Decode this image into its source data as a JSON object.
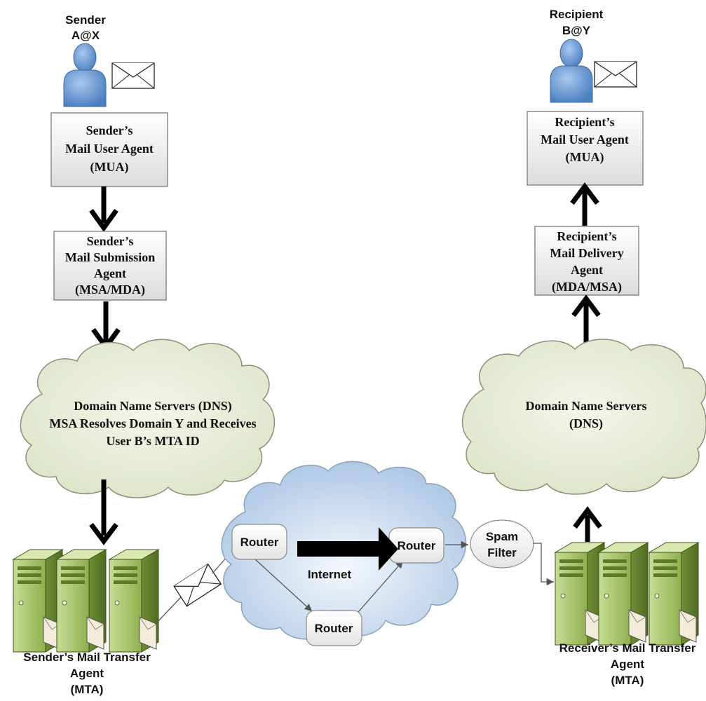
{
  "sender": {
    "label": [
      "Sender",
      "A@X"
    ],
    "mua": [
      "Sender’s",
      "Mail User Agent",
      "(MUA)"
    ],
    "msa": [
      "Sender’s",
      "Mail Submission",
      "Agent",
      "(MSA/MDA)"
    ],
    "dns": [
      "Domain Name Servers (DNS)",
      "MSA Resolves Domain Y and Receives",
      "User B’s MTA ID"
    ],
    "mta": [
      "Sender’s Mail Transfer",
      "Agent",
      "(MTA)"
    ]
  },
  "internet": {
    "label": "Internet",
    "routers": [
      "Router",
      "Router",
      "Router"
    ]
  },
  "spam_filter": [
    "Spam",
    "Filter"
  ],
  "recipient": {
    "label": [
      "Recipient",
      "B@Y"
    ],
    "mua": [
      "Recipient’s",
      "Mail User Agent",
      "(MUA)"
    ],
    "mda": [
      "Recipient’s",
      "Mail Delivery",
      "Agent",
      "(MDA/MSA)"
    ],
    "dns": [
      "Domain Name Servers",
      "(DNS)"
    ],
    "mta": [
      "Receiver’s Mail Transfer",
      "Agent",
      "(MTA)"
    ]
  },
  "colors": {
    "person": "#5b8fcf",
    "cloud_green": "#e6ecd6",
    "cloud_blue": "#c9dbee",
    "server": "#9bbb59",
    "arrow": "#000000"
  }
}
